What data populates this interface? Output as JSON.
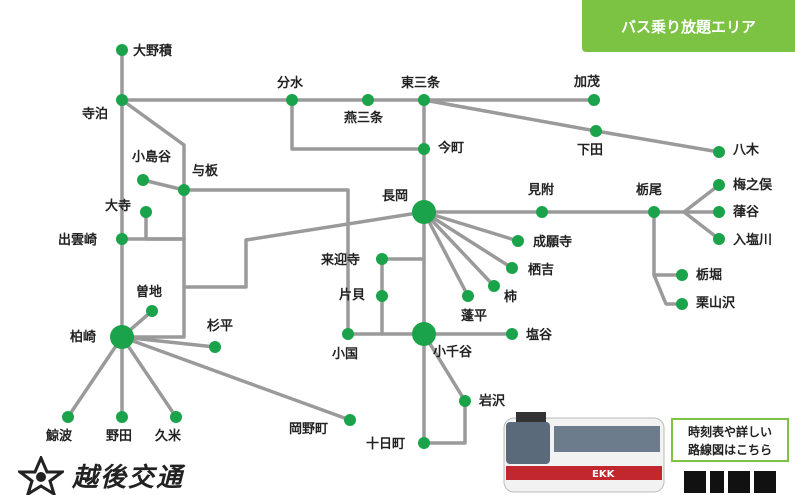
{
  "banner": {
    "label": "バス乗り放題エリア"
  },
  "colors": {
    "station": "#1aa34a",
    "line": "#9a9a9a",
    "banner": "#7cc243",
    "text": "#222222"
  },
  "stations": [
    {
      "id": "ohnozumi",
      "name": "大野積"
    },
    {
      "id": "teradomari",
      "name": "寺泊"
    },
    {
      "id": "bunsui",
      "name": "分水"
    },
    {
      "id": "tsubamesanjo",
      "name": "燕三条"
    },
    {
      "id": "higashisanjo",
      "name": "東三条"
    },
    {
      "id": "kamo",
      "name": "加茂"
    },
    {
      "id": "shimoda",
      "name": "下田"
    },
    {
      "id": "yagi",
      "name": "八木"
    },
    {
      "id": "imamachi",
      "name": "今町"
    },
    {
      "id": "kojimaya",
      "name": "小島谷"
    },
    {
      "id": "yoita",
      "name": "与板"
    },
    {
      "id": "ohdera",
      "name": "大寺"
    },
    {
      "id": "izumozaki",
      "name": "出雲崎"
    },
    {
      "id": "nagaoka",
      "name": "長岡"
    },
    {
      "id": "mitsuke",
      "name": "見附"
    },
    {
      "id": "tochio",
      "name": "栃尾"
    },
    {
      "id": "umenomata",
      "name": "梅之俣"
    },
    {
      "id": "fukiya",
      "name": "葎谷"
    },
    {
      "id": "irishiogawa",
      "name": "入塩川"
    },
    {
      "id": "tochibori",
      "name": "栃堀"
    },
    {
      "id": "kuriyamazawa",
      "name": "栗山沢"
    },
    {
      "id": "jouganji",
      "name": "成願寺"
    },
    {
      "id": "sukoshi",
      "name": "栖吉"
    },
    {
      "id": "kaki",
      "name": "柿"
    },
    {
      "id": "yomogihira",
      "name": "蓬平"
    },
    {
      "id": "raikouji",
      "name": "来迎寺"
    },
    {
      "id": "katakai",
      "name": "片貝"
    },
    {
      "id": "oguni",
      "name": "小国"
    },
    {
      "id": "ojiya",
      "name": "小千谷"
    },
    {
      "id": "shioya",
      "name": "塩谷"
    },
    {
      "id": "iwasawa",
      "name": "岩沢"
    },
    {
      "id": "tokamachi",
      "name": "十日町"
    },
    {
      "id": "sochi",
      "name": "曽地"
    },
    {
      "id": "sugihira",
      "name": "杉平"
    },
    {
      "id": "kashiwazaki",
      "name": "柏崎"
    },
    {
      "id": "okanomachi",
      "name": "岡野町"
    },
    {
      "id": "kujiranami",
      "name": "鯨波"
    },
    {
      "id": "noda",
      "name": "野田"
    },
    {
      "id": "kume",
      "name": "久米"
    }
  ],
  "info": {
    "line1": "時刻表や詳しい",
    "line2": "路線図はこちら"
  },
  "bus": {
    "sign": "EKK"
  },
  "logo": {
    "text": "越後交通"
  }
}
